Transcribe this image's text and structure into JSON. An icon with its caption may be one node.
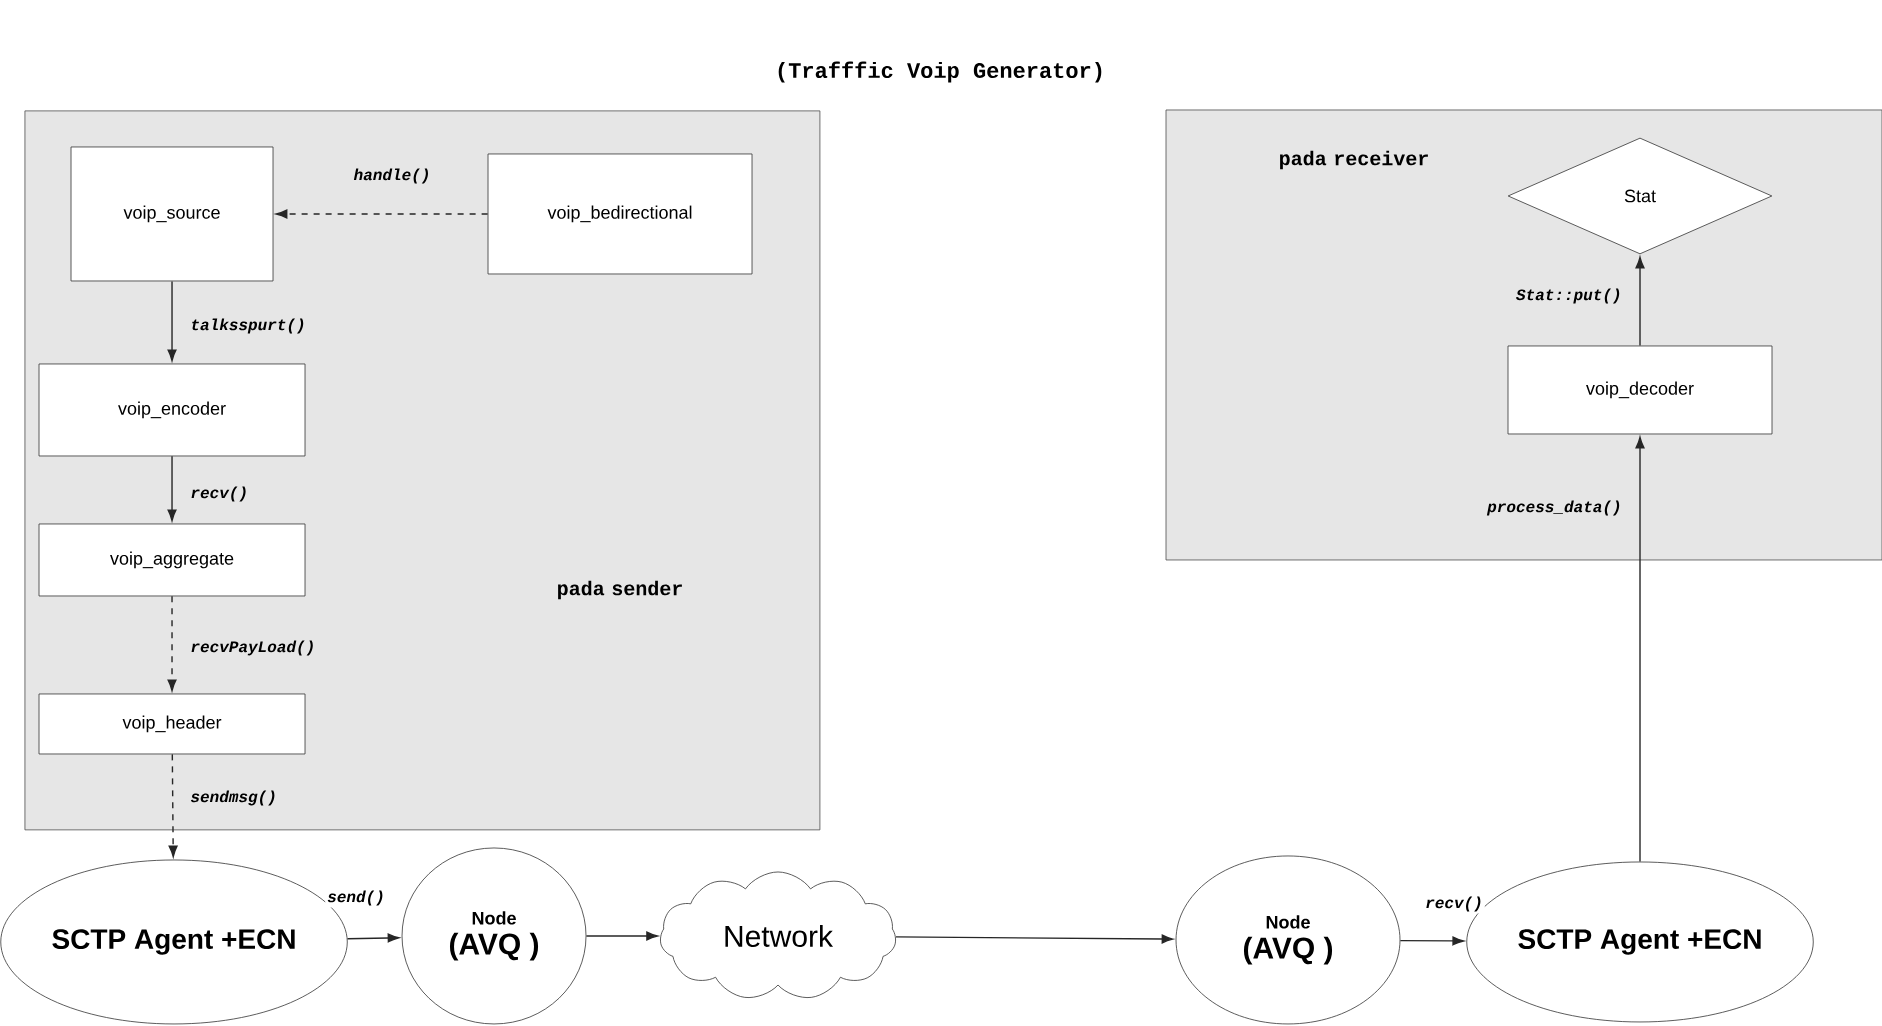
{
  "diagram": {
    "title": "(Trafffic Voip Generator)",
    "nodes": [
      {
        "text": [
          "pada sender"
        ]
      },
      {
        "text": [
          "voip_source"
        ],
        "in": 0
      },
      {
        "text": [
          "voip_bedirectional"
        ],
        "in": 0
      },
      {
        "text": [
          "voip_encoder"
        ],
        "in": 0
      },
      {
        "text": [
          "voip_aggregate"
        ],
        "in": 0
      },
      {
        "text": [
          "voip_header"
        ],
        "in": 0
      },
      {
        "text": [
          "pada receiver"
        ]
      },
      {
        "text": [
          "Stat"
        ],
        "in": 6
      },
      {
        "text": [
          "voip_decoder"
        ],
        "in": 6
      },
      {
        "text": [
          "SCTP Agent +ECN"
        ]
      },
      {
        "text": [
          "Node",
          "(AVQ )"
        ]
      },
      {
        "text": [
          "Network"
        ]
      },
      {
        "text": [
          "Node",
          "(AVQ )"
        ]
      },
      {
        "text": [
          "SCTP Agent +ECN"
        ]
      }
    ],
    "edges": [
      {
        "from": 2,
        "to": 1,
        "arrow": "to",
        "style": "dashed",
        "label": "handle()"
      },
      {
        "from": 1,
        "to": 3,
        "arrow": "to",
        "label": "talksspurt()"
      },
      {
        "from": 3,
        "to": 4,
        "arrow": "to",
        "label": "recv()"
      },
      {
        "from": 4,
        "to": 5,
        "arrow": "to",
        "style": "dashed",
        "label": "recvPayLoad()"
      },
      {
        "from": 5,
        "to": 9,
        "arrow": "to",
        "style": "dashed",
        "label": "sendmsg()"
      },
      {
        "from": 9,
        "to": 10,
        "arrow": "to",
        "label": "send()"
      },
      {
        "from": 10,
        "to": 11,
        "arrow": "to"
      },
      {
        "from": 11,
        "to": 12,
        "arrow": "to"
      },
      {
        "from": 12,
        "to": 13,
        "arrow": "to",
        "label": "recv()"
      },
      {
        "from": 13,
        "to": 8,
        "arrow": "to",
        "label": "process_data()"
      },
      {
        "from": 8,
        "to": 7,
        "arrow": "to",
        "label": "Stat::put()"
      }
    ]
  }
}
